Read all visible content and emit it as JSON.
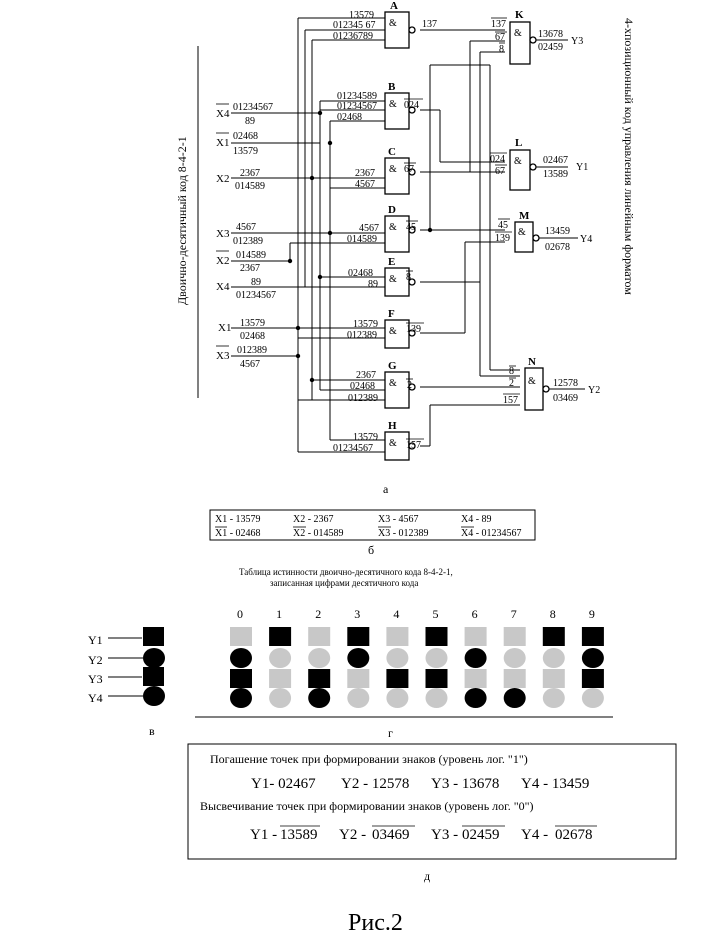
{
  "vertical_titles": {
    "left": "Двоично-десятичный код 8-4-2-1",
    "right": "4-хпозиционный код управления линейным форматом"
  },
  "inputs": [
    {
      "var": "X4",
      "inv": true,
      "top": "01234567",
      "bottom": "89"
    },
    {
      "var": "X1",
      "inv": true,
      "top": "02468",
      "bottom": "13579"
    },
    {
      "var": "X2",
      "inv": false,
      "top": "2367",
      "bottom": "014589"
    },
    {
      "var": "X3",
      "inv": false,
      "top": "4567",
      "bottom": "012389"
    },
    {
      "var": "X2",
      "inv": true,
      "top": "014589",
      "bottom": "2367"
    },
    {
      "var": "X4",
      "inv": false,
      "top": "89",
      "bottom": "01234567"
    },
    {
      "var": "X1",
      "inv": false,
      "top": "13579",
      "bottom": "02468"
    },
    {
      "var": "X3",
      "inv": true,
      "top": "012389",
      "bottom": "4567"
    }
  ],
  "gates": [
    {
      "id": "A",
      "symbol": "&",
      "inputs": [
        "13579",
        "012345 67",
        "01236789"
      ],
      "output": "137"
    },
    {
      "id": "B",
      "symbol": "&",
      "inputs": [
        "01234589",
        "01234567",
        "02468"
      ],
      "output": "024"
    },
    {
      "id": "C",
      "symbol": "&",
      "inputs": [
        "2367",
        "4567"
      ],
      "output": "67"
    },
    {
      "id": "D",
      "symbol": "&",
      "inputs": [
        "4567",
        "014589"
      ],
      "output": "45"
    },
    {
      "id": "E",
      "symbol": "&",
      "inputs": [
        "02468",
        "89"
      ],
      "output": "8"
    },
    {
      "id": "F",
      "symbol": "&",
      "inputs": [
        "13579",
        "012389"
      ],
      "output": "139"
    },
    {
      "id": "G",
      "symbol": "&",
      "inputs": [
        "2367",
        "02468",
        "012389"
      ],
      "output": "2"
    },
    {
      "id": "H",
      "symbol": "&",
      "inputs": [
        "13579",
        "01234567"
      ],
      "output": "157"
    },
    {
      "id": "K",
      "symbol": "&",
      "inputs": [
        "137",
        "67",
        "8"
      ],
      "out_top": "13678",
      "out_bottom": "02459",
      "y": "Y3"
    },
    {
      "id": "L",
      "symbol": "&",
      "inputs": [
        "024",
        "67"
      ],
      "out_top": "02467",
      "out_bottom": "13589",
      "y": "Y1"
    },
    {
      "id": "M",
      "symbol": "&",
      "inputs": [
        "45",
        "139"
      ],
      "out_top": "13459",
      "out_bottom": "02678",
      "y": "Y4"
    },
    {
      "id": "N",
      "symbol": "&",
      "inputs": [
        "8",
        "2",
        "157"
      ],
      "out_top": "12578",
      "out_bottom": "03469",
      "y": "Y2"
    }
  ],
  "captions": {
    "a": "а",
    "b": "б",
    "v": "в",
    "g": "г",
    "d": "д",
    "figure": "Рис.2"
  },
  "truth_table": {
    "row1": [
      "X1 - 13579",
      "X2 - 2367",
      "X3 - 4567",
      "X4 - 89"
    ],
    "row2": [
      "X1 - 02468",
      "X2 - 014589",
      "X3 - 012389",
      "X4 - 01234567"
    ],
    "caption_line1": "Таблица истинности двоично-десятичного кода  8-4-2-1,",
    "caption_line2": "записанная цифрами десятичного кода"
  },
  "legend": {
    "labels": [
      "Y1",
      "Y2",
      "Y3",
      "Y4"
    ]
  },
  "digits": {
    "labels": [
      "0",
      "1",
      "2",
      "3",
      "4",
      "5",
      "6",
      "7",
      "8",
      "9"
    ],
    "Y1_on": [
      false,
      true,
      false,
      true,
      false,
      true,
      false,
      false,
      true,
      true
    ],
    "Y2_on": [
      true,
      false,
      false,
      true,
      false,
      false,
      true,
      false,
      false,
      true
    ],
    "Y3_on": [
      true,
      false,
      true,
      false,
      true,
      true,
      false,
      false,
      false,
      true
    ],
    "Y4_on": [
      true,
      false,
      true,
      false,
      false,
      false,
      true,
      true,
      false,
      false
    ]
  },
  "summary": {
    "line1": "Погашение   точек  при формировании знаков (уровень лог. \"1\")",
    "line2": [
      "Y1- 02467",
      "Y2 - 12578",
      "Y3 - 13678",
      "Y4 - 13459"
    ],
    "line3": "Высвечивание точек при формировании знаков  (уровень лог. \"0\")",
    "line4": [
      {
        "prefix": "Y1 -",
        "code": "13589"
      },
      {
        "prefix": "Y2 - ",
        "code": "03469"
      },
      {
        "prefix": "Y3 - ",
        "code": "02459"
      },
      {
        "prefix": "Y4 - ",
        "code": "02678"
      }
    ]
  }
}
